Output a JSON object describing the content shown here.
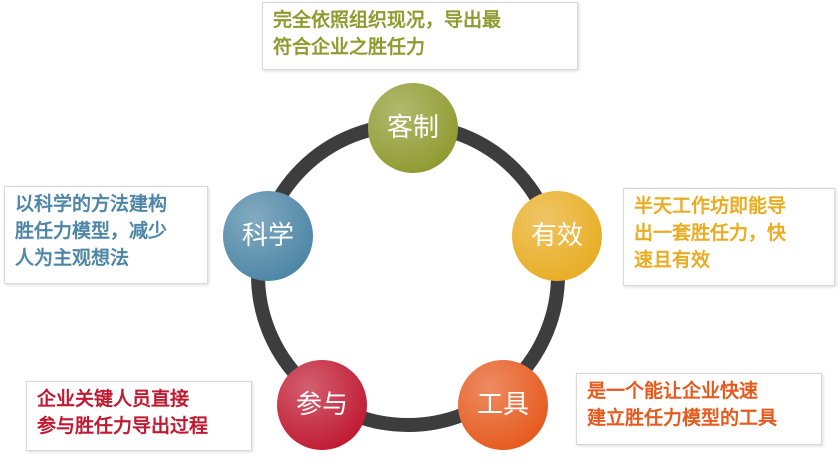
{
  "nodes": [
    {
      "key": "custom",
      "label": "客制",
      "color": "#8f9b30"
    },
    {
      "key": "effective",
      "label": "有效",
      "color": "#e8ad23"
    },
    {
      "key": "tool",
      "label": "工具",
      "color": "#e65a1e"
    },
    {
      "key": "participate",
      "label": "参与",
      "color": "#c01a32"
    },
    {
      "key": "science",
      "label": "科学",
      "color": "#4d86a6"
    }
  ],
  "descriptions": {
    "custom": {
      "text": "完全依照组织现况，导出最\n符合企业之胜任力",
      "color": "#8f9b30"
    },
    "effective": {
      "text": "半天工作坊即能导\n出一套胜任力，快\n速且有效",
      "color": "#e8ad23"
    },
    "tool": {
      "text": "是一个能让企业快速\n建立胜任力模型的工具",
      "color": "#e65a1e"
    },
    "participate": {
      "text": "企业关键人员直接\n参与胜任力导出过程",
      "color": "#c01a32"
    },
    "science": {
      "text": "以科学的方法建构\n胜任力模型，减少\n人为主观想法",
      "color": "#4d86a6"
    }
  },
  "ring_color": "#3d3d3d"
}
